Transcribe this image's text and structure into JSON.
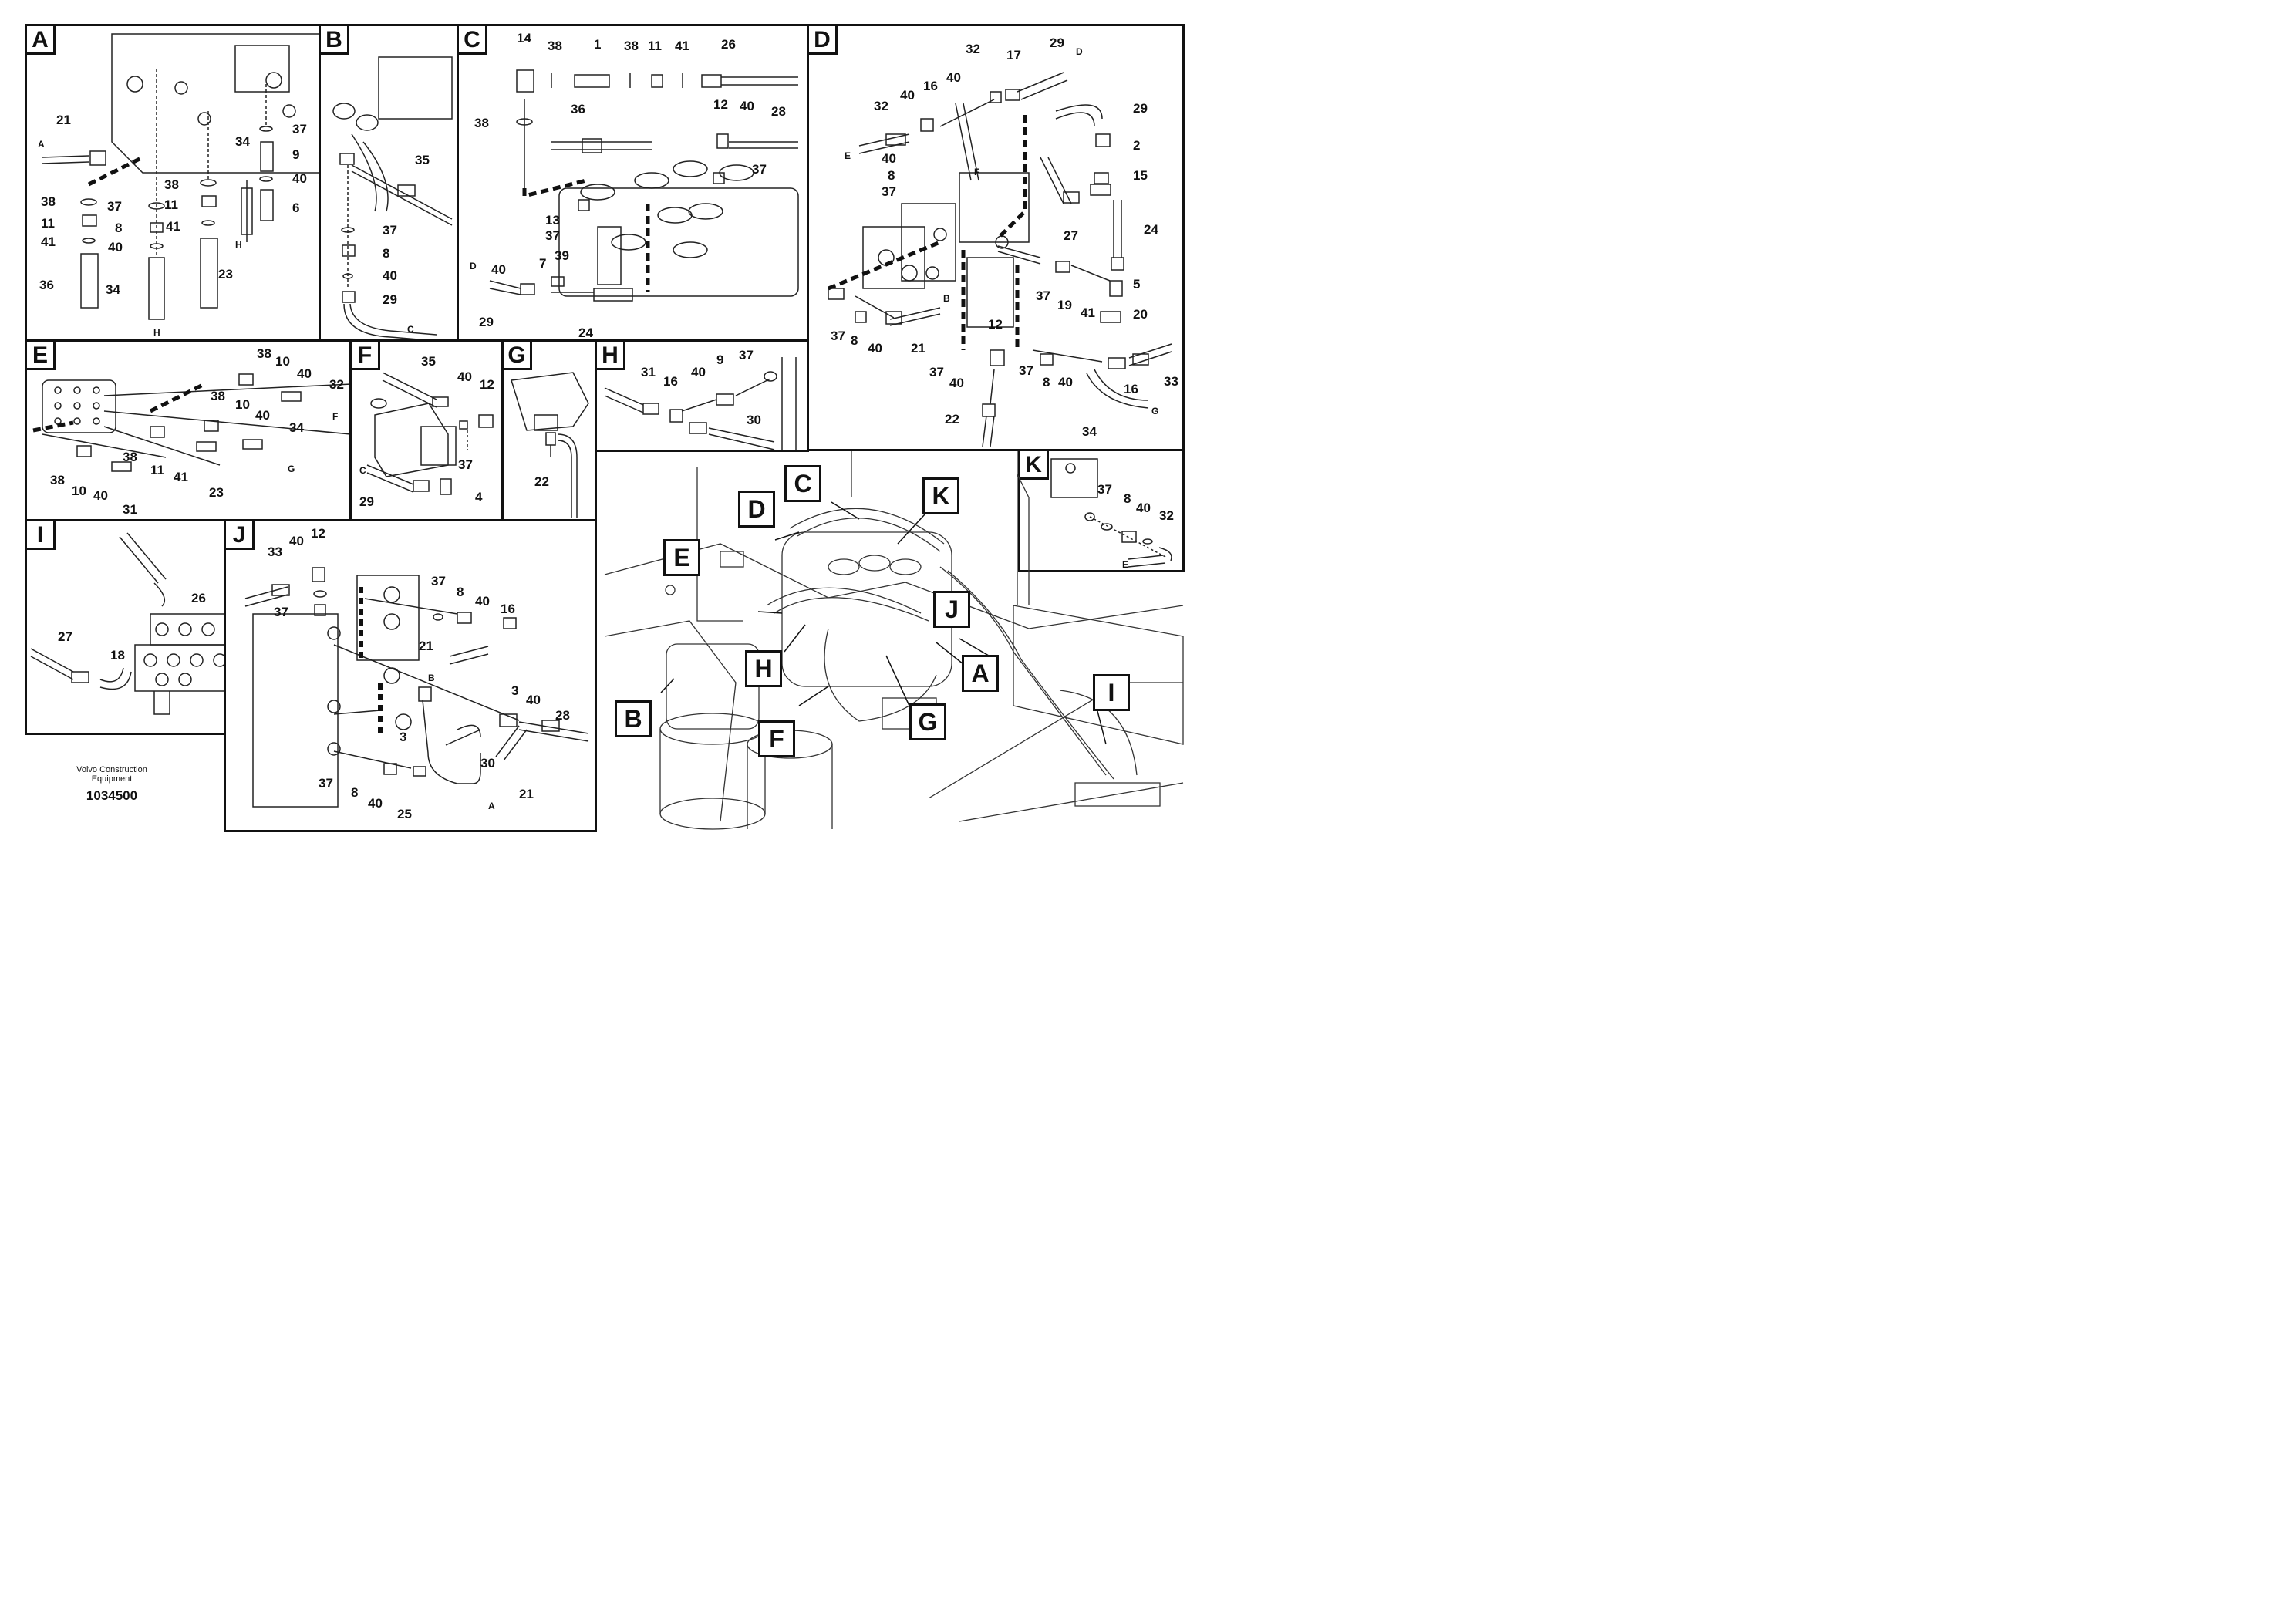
{
  "panels": {
    "A": {
      "label": "A",
      "callouts": [
        "21",
        "38",
        "11",
        "41",
        "36",
        "37",
        "8",
        "40",
        "34",
        "38",
        "11",
        "41",
        "23",
        "37",
        "9",
        "34",
        "40",
        "6"
      ],
      "ends": [
        "A",
        "H",
        "H"
      ]
    },
    "B": {
      "label": "B",
      "callouts": [
        "35",
        "37",
        "8",
        "40",
        "29"
      ],
      "ends": [
        "C"
      ]
    },
    "C": {
      "label": "C",
      "callouts": [
        "14",
        "38",
        "1",
        "38",
        "11",
        "41",
        "26",
        "36",
        "12",
        "40",
        "28",
        "38",
        "37",
        "13",
        "37",
        "7",
        "39",
        "40",
        "29",
        "24"
      ],
      "ends": [
        "D"
      ]
    },
    "D": {
      "label": "D",
      "callouts": [
        "32",
        "17",
        "29",
        "32",
        "40",
        "16",
        "40",
        "29",
        "2",
        "40",
        "8",
        "37",
        "15",
        "27",
        "24",
        "37",
        "19",
        "41",
        "5",
        "20",
        "37",
        "8",
        "40",
        "21",
        "12",
        "37",
        "8",
        "40",
        "16",
        "33",
        "37",
        "40",
        "22",
        "34"
      ],
      "ends": [
        "D",
        "E",
        "F",
        "B",
        "G"
      ]
    },
    "E": {
      "label": "E",
      "callouts": [
        "38",
        "10",
        "40",
        "32",
        "38",
        "10",
        "40",
        "34",
        "38",
        "11",
        "41",
        "23",
        "38",
        "10",
        "40",
        "31"
      ],
      "ends": [
        "F",
        "G"
      ]
    },
    "F": {
      "label": "F",
      "callouts": [
        "35",
        "40",
        "12",
        "37",
        "29",
        "4"
      ],
      "ends": [
        "C"
      ]
    },
    "G": {
      "label": "G",
      "callouts": [
        "22"
      ],
      "ends": []
    },
    "H": {
      "label": "H",
      "callouts": [
        "31",
        "16",
        "40",
        "9",
        "37",
        "30"
      ],
      "ends": []
    },
    "I": {
      "label": "I",
      "callouts": [
        "26",
        "27",
        "18"
      ],
      "ends": []
    },
    "J": {
      "label": "J",
      "callouts": [
        "33",
        "40",
        "12",
        "37",
        "37",
        "8",
        "40",
        "16",
        "21",
        "3",
        "3",
        "40",
        "28",
        "30",
        "37",
        "8",
        "40",
        "25",
        "21"
      ],
      "ends": [
        "B",
        "A"
      ]
    },
    "K": {
      "label": "K",
      "callouts": [
        "37",
        "8",
        "40",
        "32"
      ],
      "ends": [
        "E"
      ]
    }
  },
  "overview": {
    "labels": [
      "C",
      "D",
      "K",
      "E",
      "J",
      "H",
      "A",
      "B",
      "G",
      "F",
      "I"
    ]
  },
  "footer": {
    "brand_line1": "Volvo Construction",
    "brand_line2": "Equipment",
    "part_number": "1034500"
  }
}
